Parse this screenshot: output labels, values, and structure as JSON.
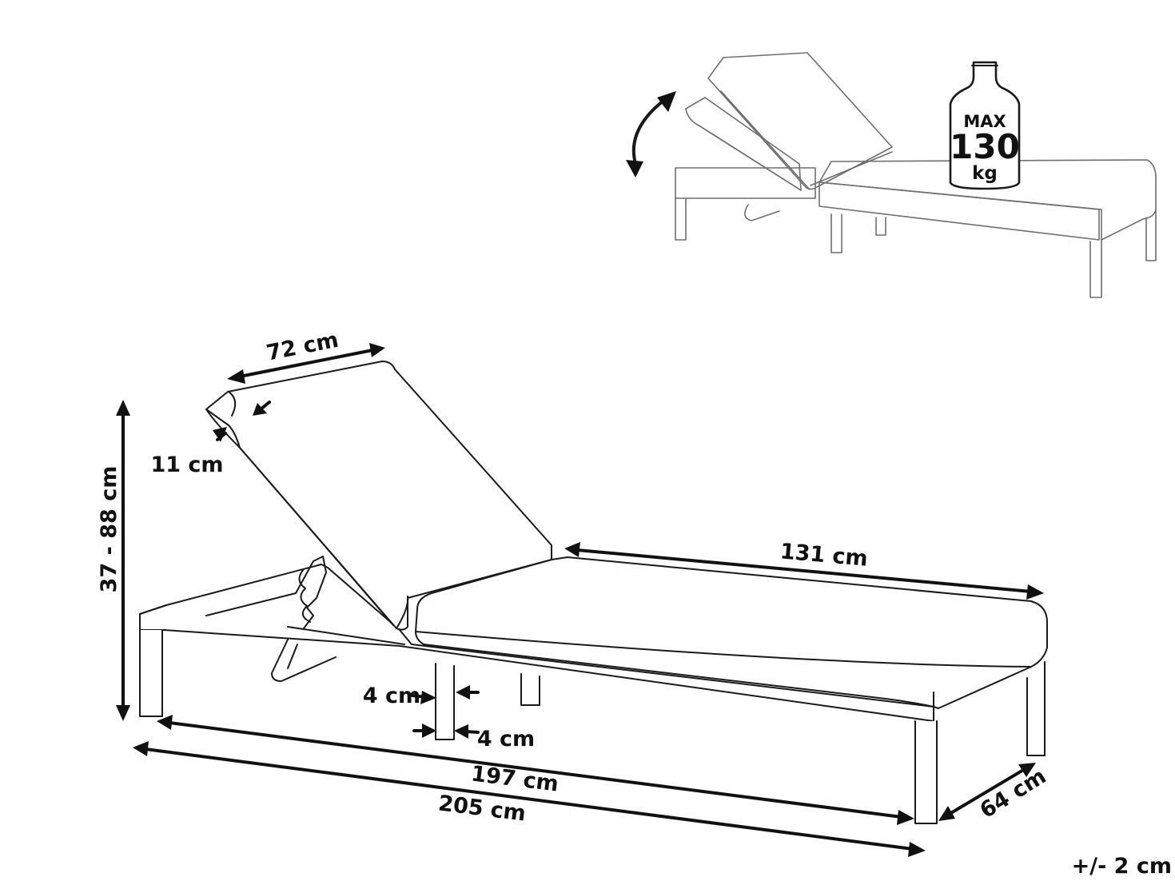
{
  "dimensions": {
    "height": "37 - 88 cm",
    "backrest_width": "72 cm",
    "cushion_thickness": "11 cm",
    "seat_length": "131 cm",
    "leg_depth": "4 cm",
    "leg_width": "4 cm",
    "inner_length": "197 cm",
    "total_length": "205 cm",
    "total_width": "64 cm"
  },
  "weight_badge": {
    "line1": "MAX",
    "line2": "130",
    "line3": "kg"
  },
  "tolerance": "+/- 2 cm"
}
